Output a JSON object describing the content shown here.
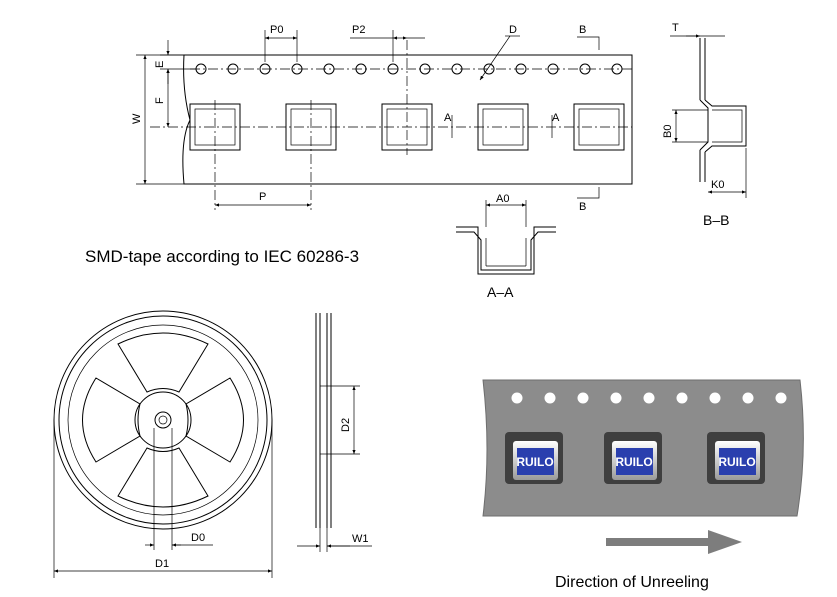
{
  "captions": {
    "tape_standard": "SMD-tape according to IEC 60286-3",
    "section_aa": "A–A",
    "section_bb": "B–B",
    "direction": "Direction of Unreeling"
  },
  "dimensions": {
    "p0": "P0",
    "p2": "P2",
    "d": "D",
    "t": "T",
    "e": "E",
    "f": "F",
    "w": "W",
    "p": "P",
    "a0": "A0",
    "b0": "B0",
    "k0": "K0",
    "d0": "D0",
    "d1": "D1",
    "d2": "D2",
    "w1": "W1",
    "section_a": "A",
    "section_b": "B"
  },
  "component_marking": "RUILO",
  "colors": {
    "tape": "#8c8c8c",
    "pocket": "#3f3f3f",
    "component_body": "#2a3fae",
    "arrow": "#7d7d7d"
  }
}
